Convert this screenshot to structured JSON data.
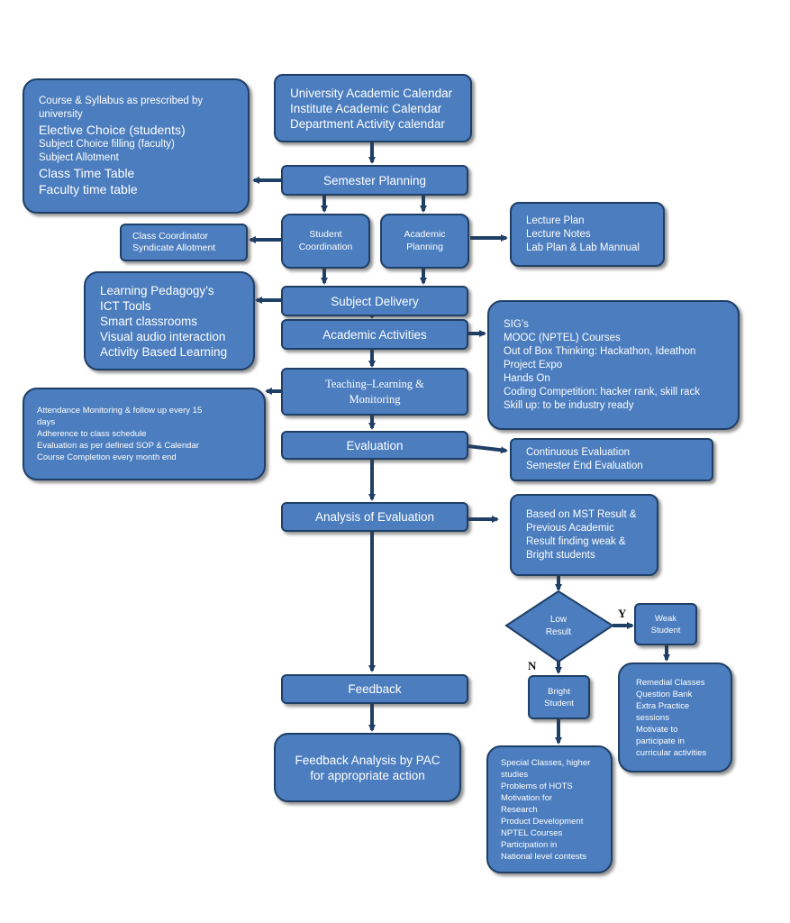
{
  "calendars": [
    "University Academic Calendar",
    "Institute Academic Calendar",
    "Department Activity calendar"
  ],
  "course_box": [
    "Course & Syllabus as prescribed by",
    "university",
    "Elective Choice (students)",
    "Subject Choice filling (faculty)",
    "Subject Allotment",
    "Class Time Table",
    "Faculty time table"
  ],
  "semester_planning": "Semester Planning",
  "student_coordination": [
    "Student",
    "Coordination"
  ],
  "academic_planning": [
    "Academic",
    "Planning"
  ],
  "coordinator_box": [
    "Class Coordinator",
    "Syndicate Allotment"
  ],
  "lecture_box": [
    "Lecture Plan",
    "Lecture Notes",
    "Lab Plan & Lab Mannual"
  ],
  "subject_delivery": "Subject Delivery",
  "pedagogy_box": [
    "Learning Pedagogy’s",
    "ICT Tools",
    "Smart classrooms",
    "Visual audio interaction",
    "Activity Based Learning"
  ],
  "academic_activities": "Academic Activities",
  "activities_box": [
    "SIG’s",
    "MOOC (NPTEL) Courses",
    "Out of Box Thinking: Hackathon, Ideathon",
    "Project Expo",
    "Hands On",
    "Coding Competition: hacker rank, skill rack",
    "Skill up: to be industry ready"
  ],
  "teaching_learning": [
    "Teaching–Learning &",
    "Monitoring"
  ],
  "monitoring_box": [
    "Attendance Monitoring & follow up every 15",
    "days",
    "Adherence to class schedule",
    "Evaluation as per defined SOP & Calendar",
    "Course Completion every month end"
  ],
  "evaluation": "Evaluation",
  "evaluation_box": [
    "Continuous Evaluation",
    "Semester End Evaluation"
  ],
  "analysis_of_evaluation": "Analysis of Evaluation",
  "mst_box": [
    "Based on MST Result &",
    "Previous Academic",
    "Result finding weak &",
    "Bright students"
  ],
  "decision": [
    "Low",
    "Result"
  ],
  "yes_label": "Y",
  "no_label": "N",
  "weak_student": [
    "Weak",
    "Student"
  ],
  "bright_student": [
    "Bright",
    "Student"
  ],
  "remedial_box": [
    "Remedial Classes",
    "Question Bank",
    "Extra Practice",
    "sessions",
    "Motivate to",
    "participate in",
    "curricular activities"
  ],
  "special_box": [
    "Special Classes, higher",
    "studies",
    "Problems of HOTS",
    "Motivation for",
    "Research",
    "Product Development",
    "NPTEL Courses",
    "Participation in",
    "National level contests"
  ],
  "feedback": "Feedback",
  "feedback_analysis": [
    "Feedback Analysis by PAC",
    "for appropriate action"
  ],
  "colors": {
    "box_fill": "#4b7dbf",
    "box_border": "#1f3f66",
    "arrow": "#1f3f66",
    "text": "#ffffff"
  }
}
